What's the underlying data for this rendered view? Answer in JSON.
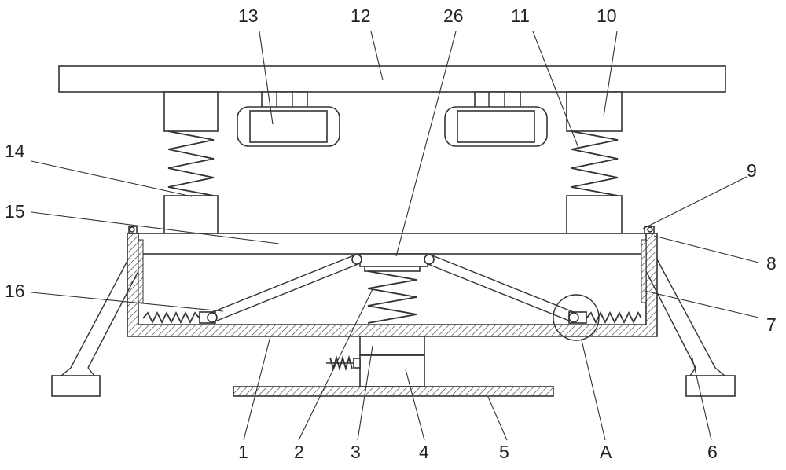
{
  "labels": {
    "l1": "1",
    "l2": "2",
    "l3": "3",
    "l4": "4",
    "l5": "5",
    "l6": "6",
    "l7": "7",
    "l8": "8",
    "l9": "9",
    "l10": "10",
    "l11": "11",
    "l12": "12",
    "l13": "13",
    "l14": "14",
    "l15": "15",
    "l16": "16",
    "l26": "26",
    "lA": "A"
  }
}
